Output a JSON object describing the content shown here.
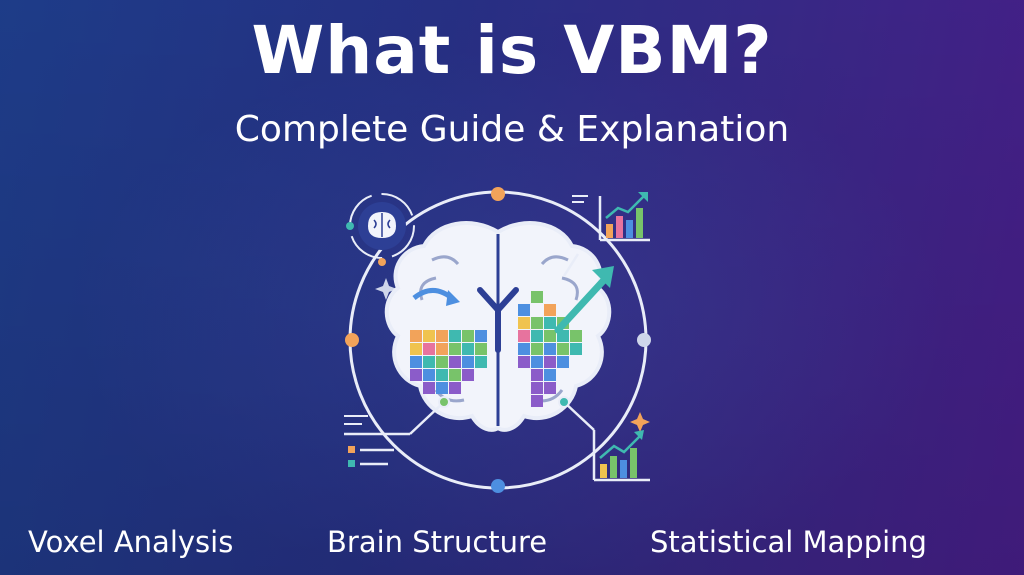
{
  "header": {
    "title": "What is VBM?",
    "subtitle": "Complete Guide & Explanation"
  },
  "captions": [
    {
      "label": "Voxel Analysis"
    },
    {
      "label": "Brain Structure"
    },
    {
      "label": "Statistical Mapping"
    }
  ],
  "illustration": {
    "icons": [
      "brain-icon",
      "bar-chart-icon",
      "voxel-grid-icon",
      "arrow-up-icon",
      "sparkle-icon",
      "list-icon"
    ],
    "colors": {
      "outline": "#e9edf8",
      "brain_fill": "#f2f4fb",
      "orange": "#f2a35a",
      "teal": "#3fb9b0",
      "green": "#78c36a",
      "blue": "#4d8fe0",
      "purple": "#8b5cc9",
      "yellow": "#f0c34f",
      "pink": "#e7739e"
    }
  }
}
